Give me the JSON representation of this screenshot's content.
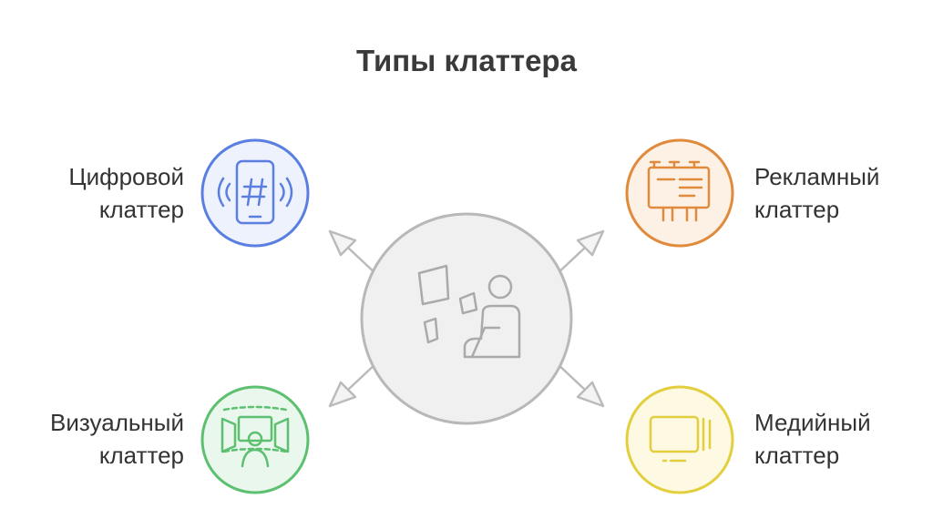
{
  "title": "Типы клаттера",
  "center": {
    "icon": "person-clutter-icon"
  },
  "items": [
    {
      "id": "digital",
      "line1": "Цифровой",
      "line2": "клаттер",
      "icon": "smartphone-hashtag-icon",
      "color": "#5b7fe0",
      "fill": "#eef2fd"
    },
    {
      "id": "advertising",
      "line1": "Рекламный",
      "line2": "клаттер",
      "icon": "billboard-icon",
      "color": "#e08a3c",
      "fill": "#fdf1e6"
    },
    {
      "id": "visual",
      "line1": "Визуальный",
      "line2": "клаттер",
      "icon": "panorama-person-icon",
      "color": "#5cc070",
      "fill": "#eaf7ec"
    },
    {
      "id": "media",
      "line1": "Медийный",
      "line2": "клаттер",
      "icon": "tv-screen-icon",
      "color": "#e3cf3e",
      "fill": "#fdf9e2"
    }
  ],
  "colors": {
    "center_stroke": "#b8b8b8",
    "center_fill": "#f0f0f0",
    "center_icon": "#aaaaaa"
  }
}
